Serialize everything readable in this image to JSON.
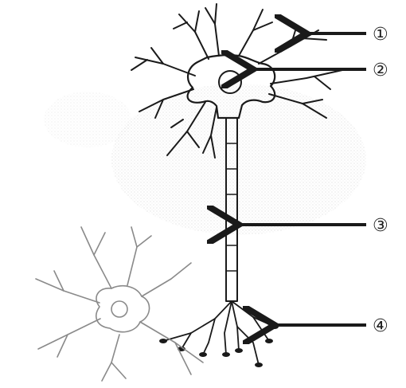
{
  "labels": [
    {
      "id": "1",
      "text": "①"
    },
    {
      "id": "2",
      "text": "②"
    },
    {
      "id": "3",
      "text": "③"
    },
    {
      "id": "4",
      "text": "④"
    }
  ],
  "colors": {
    "line": "#1a1a1a",
    "faint_line": "#8a8a8a",
    "stipple": "#b8b8b8",
    "background": "#ffffff"
  }
}
